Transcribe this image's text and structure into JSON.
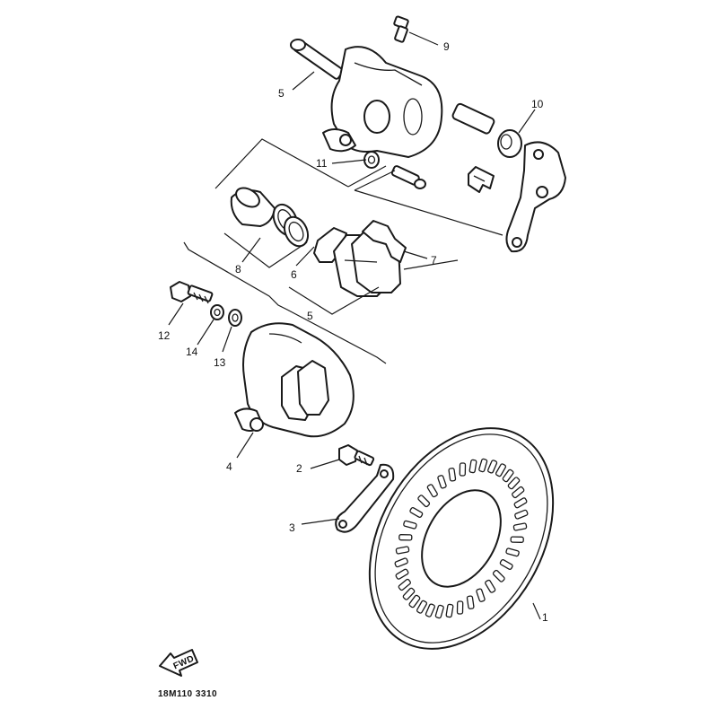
{
  "diagram": {
    "part_numbers": [
      "1",
      "2",
      "3",
      "4",
      "5",
      "5",
      "6",
      "7",
      "8",
      "9",
      "10",
      "11",
      "12",
      "13",
      "14"
    ],
    "arrow_text": "FWD",
    "drawing_code": "18M110 3310",
    "colors": {
      "line": "#1a1a1a",
      "paper": "#ffffff"
    }
  }
}
